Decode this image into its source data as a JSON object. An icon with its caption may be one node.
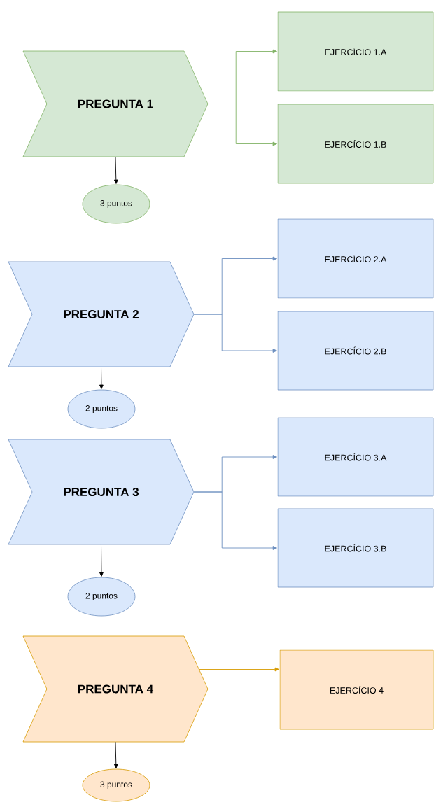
{
  "diagram": {
    "nodes": [
      {
        "text": [
          "PREGUNTA 1"
        ]
      },
      {
        "text": [
          "EJERCÍCIO 1.A"
        ]
      },
      {
        "text": [
          "EJERCÍCIO 1.B"
        ]
      },
      {
        "text": [
          "3 puntos"
        ]
      },
      {
        "text": [
          "PREGUNTA 2"
        ]
      },
      {
        "text": [
          "EJERCÍCIO 2.A"
        ]
      },
      {
        "text": [
          "EJERCÍCIO 2.B"
        ]
      },
      {
        "text": [
          "2 puntos"
        ]
      },
      {
        "text": [
          "PREGUNTA 3"
        ]
      },
      {
        "text": [
          "EJERCÍCIO 3.A"
        ]
      },
      {
        "text": [
          "EJERCÍCIO 3.B"
        ]
      },
      {
        "text": [
          "2 puntos"
        ]
      },
      {
        "text": [
          "PREGUNTA 4"
        ]
      },
      {
        "text": [
          "EJERCÍCIO 4"
        ]
      },
      {
        "text": [
          "3 puntos"
        ]
      }
    ],
    "edges": [
      {
        "from": 0,
        "to": 1,
        "arrow": "to",
        "color": "#82b366"
      },
      {
        "from": 0,
        "to": 2,
        "arrow": "to",
        "color": "#82b366"
      },
      {
        "from": 0,
        "to": 3,
        "arrow": "to"
      },
      {
        "from": 4,
        "to": 5,
        "arrow": "to",
        "color": "#6c8ebf"
      },
      {
        "from": 4,
        "to": 6,
        "arrow": "to",
        "color": "#6c8ebf"
      },
      {
        "from": 4,
        "to": 7,
        "arrow": "to"
      },
      {
        "from": 8,
        "to": 9,
        "arrow": "to",
        "color": "#6c8ebf"
      },
      {
        "from": 8,
        "to": 10,
        "arrow": "to",
        "color": "#6c8ebf"
      },
      {
        "from": 8,
        "to": 11,
        "arrow": "to"
      },
      {
        "from": 12,
        "to": 13,
        "arrow": "to",
        "color": "#d79b00"
      },
      {
        "from": 12,
        "to": 14,
        "arrow": "to"
      }
    ]
  }
}
